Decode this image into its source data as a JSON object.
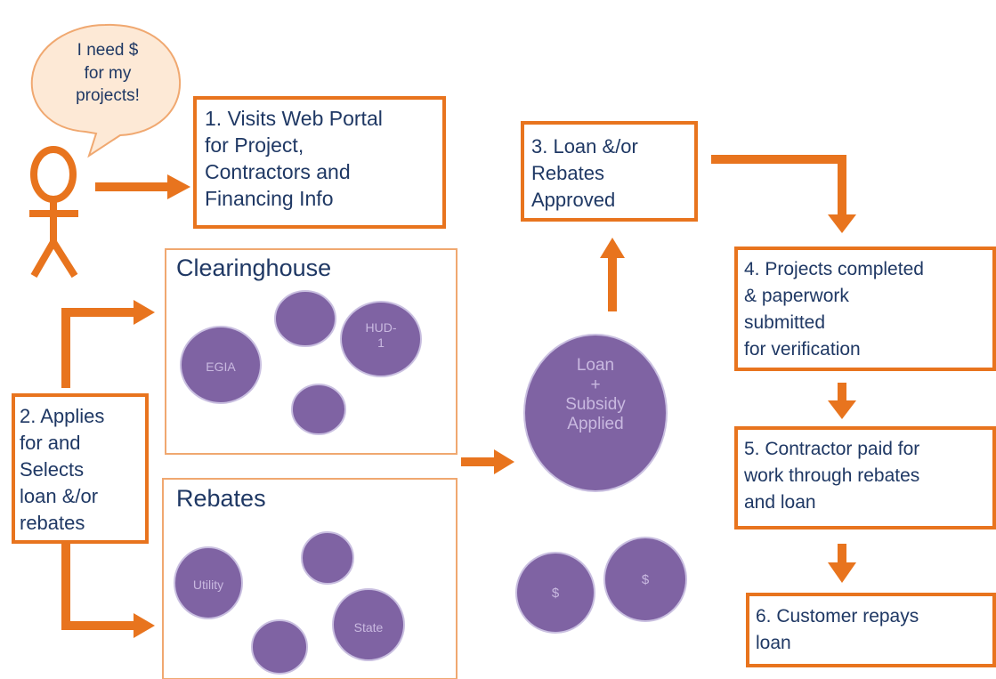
{
  "colors": {
    "accent": "#e8741e",
    "accent_light": "#f0a870",
    "circle_fill": "#7f63a3",
    "circle_stroke": "#c9bfe0",
    "text": "#1f3864",
    "circle_text": "#c9b9e0"
  },
  "speech_bubble": {
    "line1": "I need $",
    "line2": "for my",
    "line3": "projects!"
  },
  "steps": {
    "step1": {
      "lines": [
        "1. Visits Web Portal",
        "for Project,",
        "Contractors and",
        "Financing Info"
      ]
    },
    "step2": {
      "lines": [
        "2. Applies",
        "for and",
        "Selects",
        "loan &/or",
        "rebates"
      ]
    },
    "step3": {
      "lines": [
        "3. Loan &/or",
        "Rebates",
        "Approved"
      ]
    },
    "step4": {
      "lines": [
        "4. Projects completed",
        "& paperwork",
        "submitted",
        "for verification"
      ]
    },
    "step5": {
      "lines": [
        "5. Contractor paid for",
        "work through rebates",
        "and loan"
      ]
    },
    "step6": {
      "lines": [
        "6. Customer repays",
        "loan"
      ]
    }
  },
  "clearinghouse": {
    "title": "Clearinghouse",
    "circles": [
      "EGIA",
      "HUD-",
      "1"
    ]
  },
  "rebates": {
    "title": "Rebates",
    "circles": [
      "Utility",
      "State"
    ]
  },
  "center": {
    "loan_lines": [
      "Loan",
      "+",
      "Subsidy",
      "Applied"
    ],
    "dollar1": "$",
    "dollar2": "$"
  },
  "icons": [
    "stick-figure-icon",
    "speech-bubble-icon",
    "arrow-right-icon",
    "arrow-up-icon",
    "arrow-down-icon",
    "elbow-arrow-icon"
  ]
}
